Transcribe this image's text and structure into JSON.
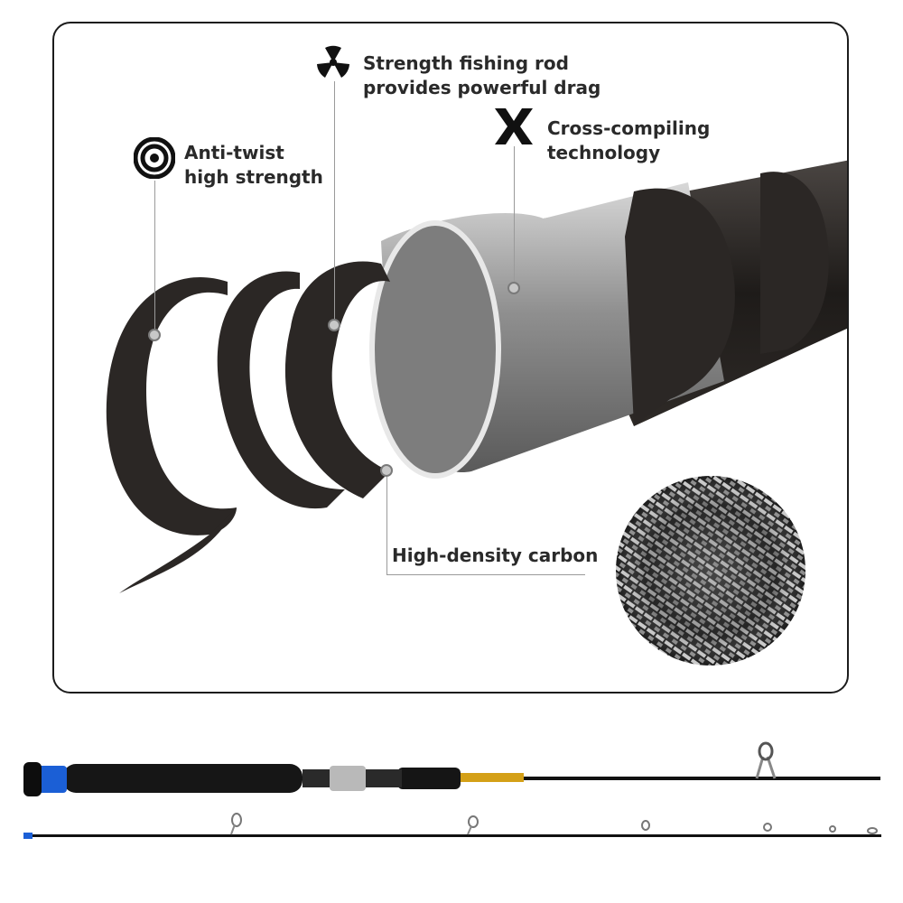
{
  "features": {
    "anti_twist": {
      "label": "Anti-twist\nhigh strength",
      "icon": "target-icon"
    },
    "strength": {
      "label": "Strength fishing rod\nprovides powerful drag",
      "icon": "radiation-icon"
    },
    "cross": {
      "label": "Cross-compiling\ntechnology",
      "icon": "x-icon"
    },
    "carbon": {
      "label": "High-density carbon",
      "icon": "carbon-weave-icon"
    }
  },
  "colors": {
    "text": "#2a2a2a",
    "carbon": "#2b2725",
    "silver": "#a9a9a9",
    "reel_seat_blue": "#1b5fd6",
    "gold_accent": "#d4a017",
    "panel_border": "#1c1c1c"
  }
}
